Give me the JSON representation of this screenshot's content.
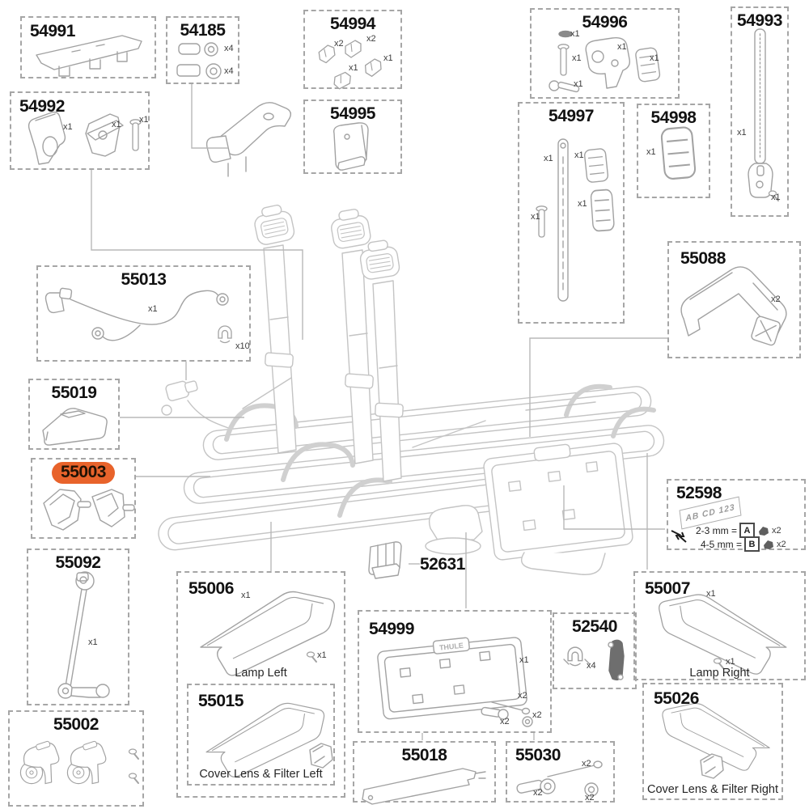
{
  "colors": {
    "highlight_orange": "#e8632b",
    "box_border": "#a6a6a6",
    "art_gray": "#a2a2a2",
    "rack_gray": "#c4c4c4"
  },
  "parts": {
    "p54991": {
      "number": "54991"
    },
    "p54185": {
      "number": "54185",
      "qty": [
        "x4",
        "x4"
      ]
    },
    "p54994": {
      "number": "54994",
      "qty": [
        "x2",
        "x2",
        "x1",
        "x1"
      ]
    },
    "p54996": {
      "number": "54996",
      "qty": [
        "x1",
        "x1",
        "x1",
        "x1",
        "x1"
      ]
    },
    "p54993": {
      "number": "54993",
      "qty": [
        "x1",
        "x1"
      ]
    },
    "p54992": {
      "number": "54992",
      "qty": [
        "x1",
        "x1",
        "x1"
      ]
    },
    "p54995": {
      "number": "54995"
    },
    "p54997": {
      "number": "54997",
      "qty": [
        "x1",
        "x1",
        "x1",
        "x1"
      ]
    },
    "p54998": {
      "number": "54998",
      "qty": [
        "x1"
      ]
    },
    "p55088": {
      "number": "55088",
      "qty": [
        "x2"
      ]
    },
    "p55013": {
      "number": "55013",
      "qty": [
        "x1",
        "x10"
      ]
    },
    "p55019": {
      "number": "55019"
    },
    "p55003": {
      "number": "55003",
      "highlighted": true
    },
    "p55092": {
      "number": "55092",
      "qty": [
        "x1"
      ]
    },
    "p55002": {
      "number": "55002"
    },
    "p55006": {
      "number": "55006",
      "qty": [
        "x1",
        "x1"
      ],
      "caption": "Lamp Left"
    },
    "p55015": {
      "number": "55015",
      "caption": "Cover Lens & Filter Left"
    },
    "p52631": {
      "number": "52631"
    },
    "p54999": {
      "number": "54999",
      "qty": [
        "x1",
        "x2",
        "x2",
        "x2"
      ],
      "plate_logo": "THULE"
    },
    "p52540": {
      "number": "52540",
      "qty": [
        "x4"
      ]
    },
    "p55007": {
      "number": "55007",
      "qty": [
        "x1",
        "x1"
      ],
      "caption": "Lamp Right"
    },
    "p55026": {
      "number": "55026",
      "caption": "Cover Lens & Filter Right"
    },
    "p52598": {
      "number": "52598",
      "plate_text": "AB CD 123",
      "rows": [
        {
          "range": "2-3 mm =",
          "letter": "A",
          "qty": "x2"
        },
        {
          "range": "4-5 mm =",
          "letter": "B",
          "qty": "x2"
        }
      ]
    },
    "p55018": {
      "number": "55018"
    },
    "p55030": {
      "number": "55030",
      "qty": [
        "x2",
        "x2",
        "x2"
      ]
    }
  }
}
